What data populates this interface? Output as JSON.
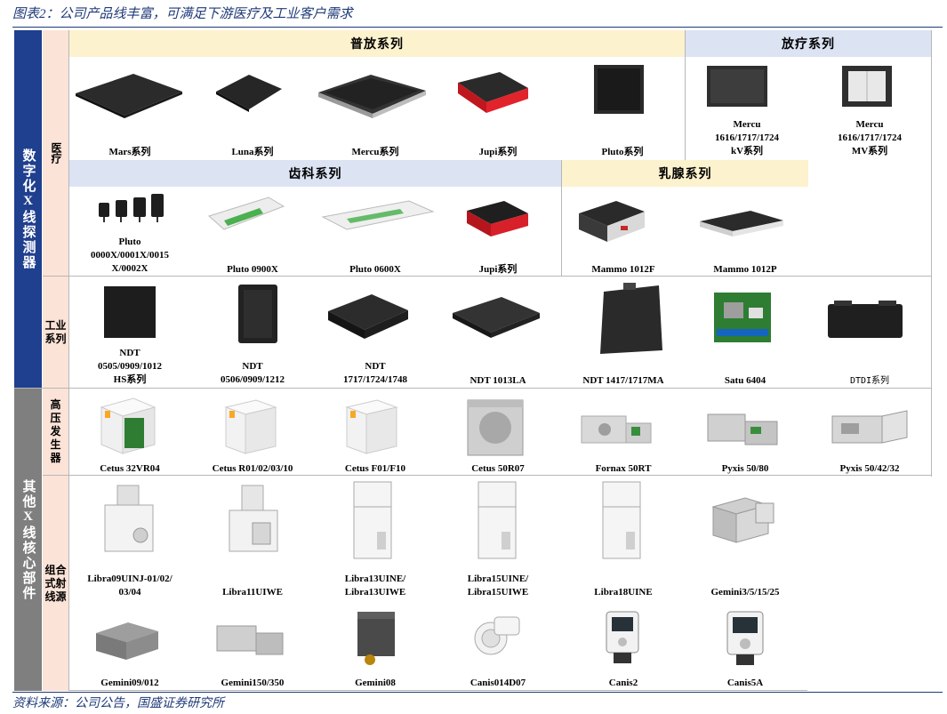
{
  "title": "图表2：公司产品线丰富，可满足下游医疗及工业客户需求",
  "footer": "资料来源：公司公告，国盛证券研究所",
  "left_labels": {
    "group1": "数字化X线探测器",
    "group2": "其他X线核心部件"
  },
  "sub_labels": {
    "medical": "医疗",
    "industrial": "工业系列",
    "hv_generator": "高压发生器",
    "combo_source": "组合式射线源"
  },
  "series_headers": {
    "general": "普放系列",
    "radiotherapy": "放疗系列",
    "dental": "齿科系列",
    "mammo": "乳腺系列"
  },
  "medical_row1": [
    "Mars系列",
    "Luna系列",
    "Mercu系列",
    "Jupi系列",
    "Pluto系列",
    "Mercu\n1616/1717/1724\nkV系列",
    "Mercu\n1616/1717/1724\nMV系列"
  ],
  "medical_row2": [
    "Pluto\n0000X/0001X/0015\nX/0002X",
    "Pluto 0900X",
    "Pluto 0600X",
    "Jupi系列",
    "Mammo 1012F",
    "Mammo 1012P"
  ],
  "industrial_row": [
    "NDT\n0505/0909/1012\nHS系列",
    "NDT\n0506/0909/1212",
    "NDT\n1717/1724/1748",
    "NDT 1013LA",
    "NDT 1417/1717MA",
    "Satu 6404",
    "DTDI系列"
  ],
  "hv_row": [
    "Cetus 32VR04",
    "Cetus R01/02/03/10",
    "Cetus F01/F10",
    "Cetus 50R07",
    "Fornax 50RT",
    "Pyxis 50/80",
    "Pyxis 50/42/32"
  ],
  "combo_row1": [
    "Libra09UINJ-01/02/\n03/04",
    "Libra11UIWE",
    "Libra13UINE/\nLibra13UIWE",
    "Libra15UINE/\nLibra15UIWE",
    "Libra18UINE",
    "Gemini3/5/15/25"
  ],
  "combo_row2": [
    "Gemini09/012",
    "Gemini150/350",
    "Gemini08",
    "Canis014D07",
    "Canis2",
    "Canis5A"
  ],
  "colors": {
    "navy": "#1f3f8f",
    "gray": "#7f7f7f",
    "peach": "#fbe3d7",
    "yellow": "#fdf2ce",
    "lightblue": "#dce3f3"
  }
}
